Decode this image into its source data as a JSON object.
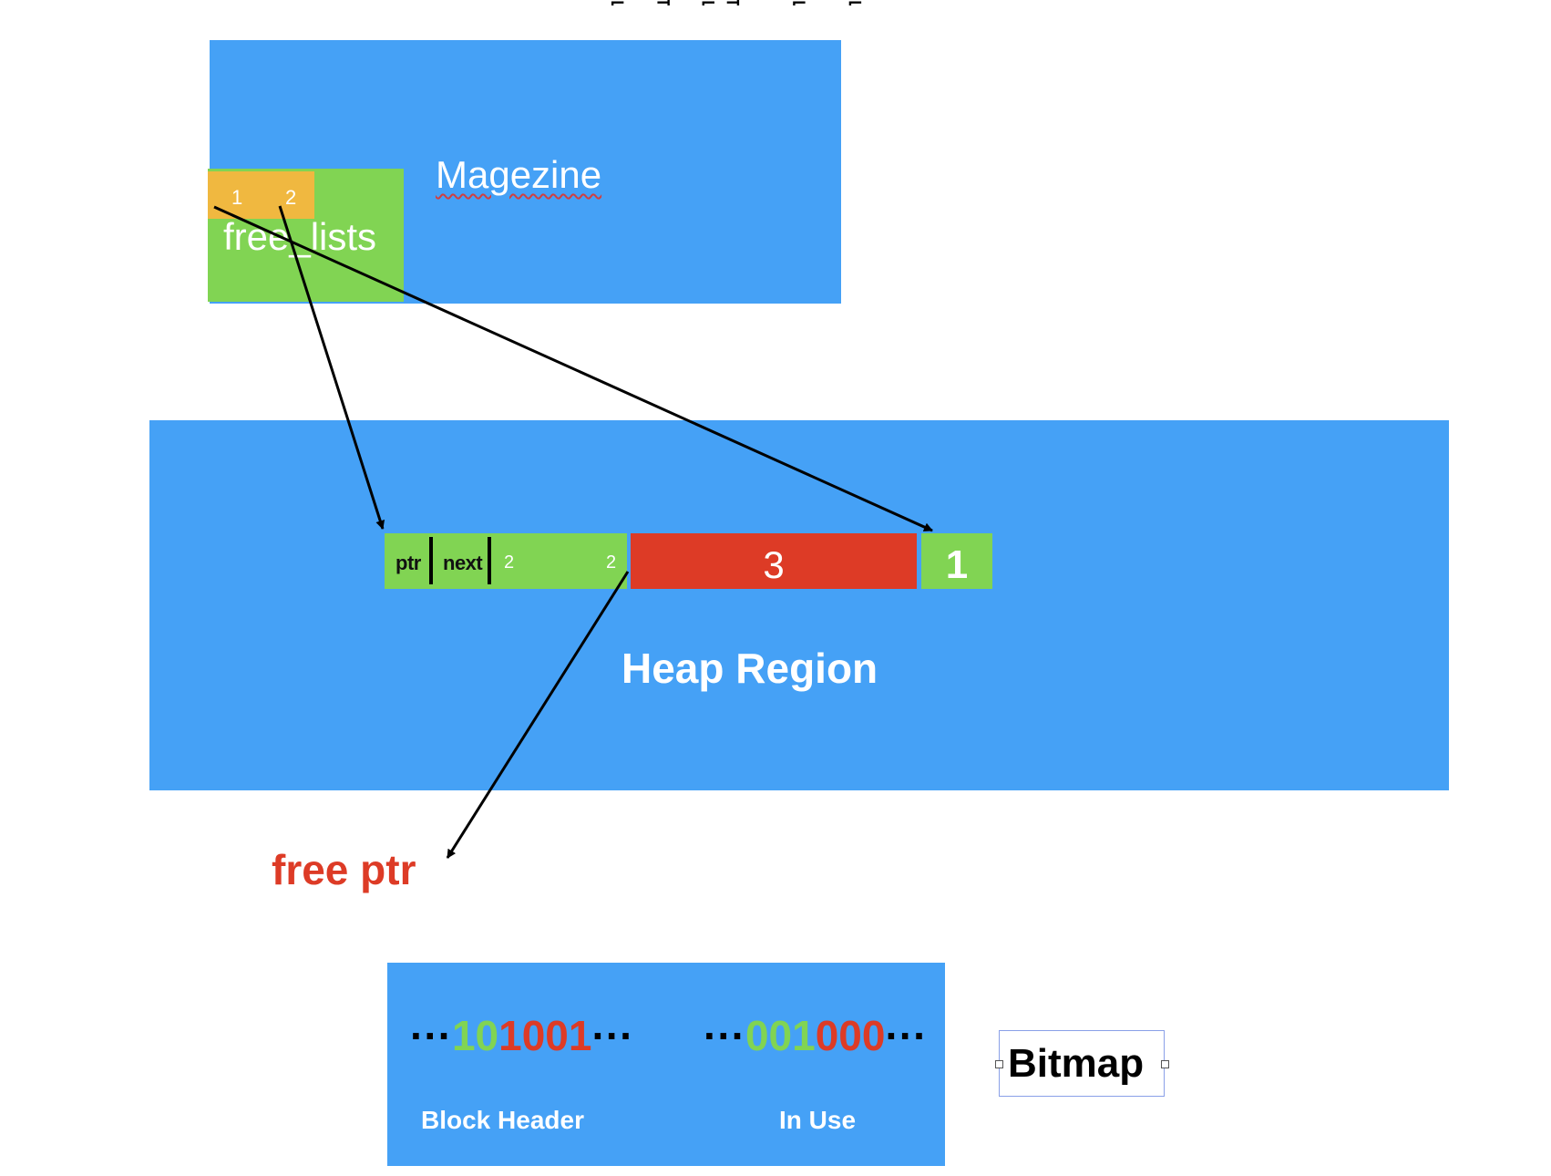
{
  "magazine": {
    "label": "Magezine"
  },
  "free_lists": {
    "label": "free_lists",
    "indices": [
      "1",
      "2"
    ]
  },
  "heap": {
    "label": "Heap Region",
    "blocks": [
      {
        "fields": [
          "ptr",
          "next"
        ],
        "size_left": "2",
        "size_right": "2"
      },
      {
        "label": "3"
      },
      {
        "label": "1"
      }
    ]
  },
  "free_ptr": {
    "label": "free ptr"
  },
  "bitmap": {
    "label": "Bitmap",
    "block_header": {
      "prefix": "···",
      "green": "10",
      "red": "1001",
      "suffix": "···",
      "caption": "Block Header"
    },
    "in_use": {
      "prefix": "···",
      "green": "001",
      "red": "000",
      "suffix": "···",
      "caption": "In Use"
    }
  },
  "colors": {
    "region": "#45a1f6",
    "free_block": "#81d453",
    "used_block": "#dd3b26",
    "index": "#f0b840"
  }
}
